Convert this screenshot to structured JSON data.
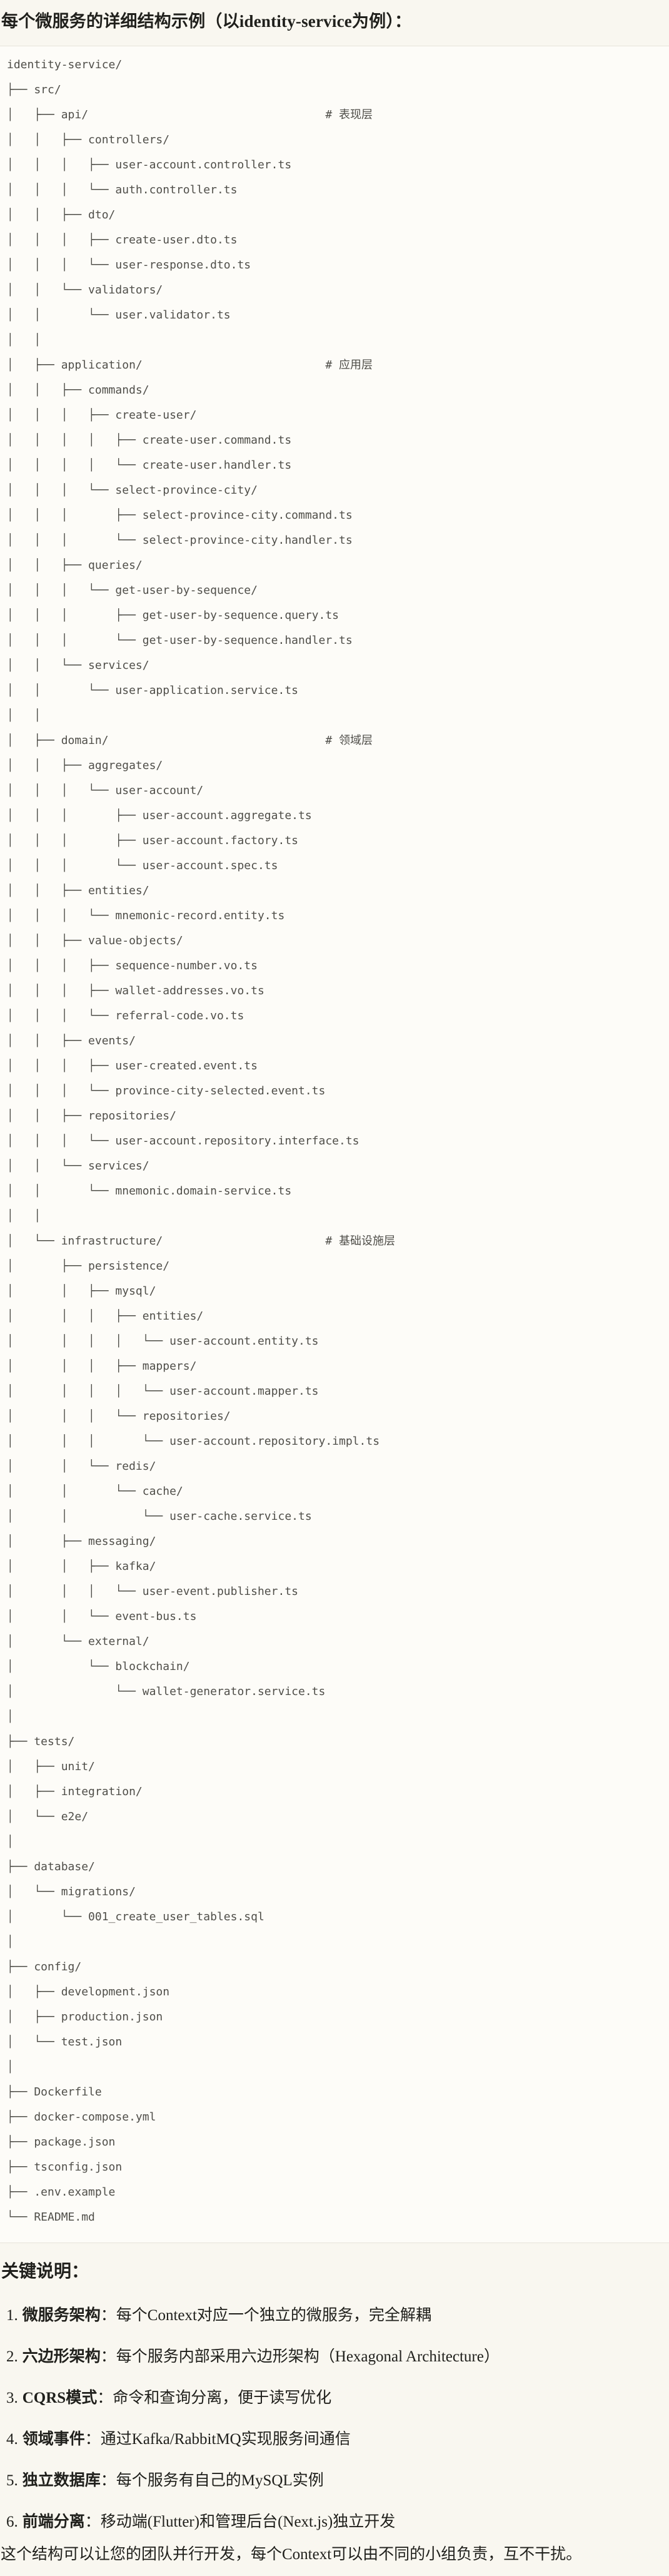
{
  "title": "每个微服务的详细结构示例（以identity-service为例）：",
  "code_block": {
    "lines": [
      "identity-service/",
      "├── src/",
      "│   ├── api/                                   # 表现层",
      "│   │   ├── controllers/",
      "│   │   │   ├── user-account.controller.ts",
      "│   │   │   └── auth.controller.ts",
      "│   │   ├── dto/",
      "│   │   │   ├── create-user.dto.ts",
      "│   │   │   └── user-response.dto.ts",
      "│   │   └── validators/",
      "│   │       └── user.validator.ts",
      "│   │",
      "│   ├── application/                           # 应用层",
      "│   │   ├── commands/",
      "│   │   │   ├── create-user/",
      "│   │   │   │   ├── create-user.command.ts",
      "│   │   │   │   └── create-user.handler.ts",
      "│   │   │   └── select-province-city/",
      "│   │   │       ├── select-province-city.command.ts",
      "│   │   │       └── select-province-city.handler.ts",
      "│   │   ├── queries/",
      "│   │   │   └── get-user-by-sequence/",
      "│   │   │       ├── get-user-by-sequence.query.ts",
      "│   │   │       └── get-user-by-sequence.handler.ts",
      "│   │   └── services/",
      "│   │       └── user-application.service.ts",
      "│   │",
      "│   ├── domain/                                # 领域层",
      "│   │   ├── aggregates/",
      "│   │   │   └── user-account/",
      "│   │   │       ├── user-account.aggregate.ts",
      "│   │   │       ├── user-account.factory.ts",
      "│   │   │       └── user-account.spec.ts",
      "│   │   ├── entities/",
      "│   │   │   └── mnemonic-record.entity.ts",
      "│   │   ├── value-objects/",
      "│   │   │   ├── sequence-number.vo.ts",
      "│   │   │   ├── wallet-addresses.vo.ts",
      "│   │   │   └── referral-code.vo.ts",
      "│   │   ├── events/",
      "│   │   │   ├── user-created.event.ts",
      "│   │   │   └── province-city-selected.event.ts",
      "│   │   ├── repositories/",
      "│   │   │   └── user-account.repository.interface.ts",
      "│   │   └── services/",
      "│   │       └── mnemonic.domain-service.ts",
      "│   │",
      "│   └── infrastructure/                        # 基础设施层",
      "│       ├── persistence/",
      "│       │   ├── mysql/",
      "│       │   │   ├── entities/",
      "│       │   │   │   └── user-account.entity.ts",
      "│       │   │   ├── mappers/",
      "│       │   │   │   └── user-account.mapper.ts",
      "│       │   │   └── repositories/",
      "│       │   │       └── user-account.repository.impl.ts",
      "│       │   └── redis/",
      "│       │       └── cache/",
      "│       │           └── user-cache.service.ts",
      "│       ├── messaging/",
      "│       │   ├── kafka/",
      "│       │   │   └── user-event.publisher.ts",
      "│       │   └── event-bus.ts",
      "│       └── external/",
      "│           └── blockchain/",
      "│               └── wallet-generator.service.ts",
      "│",
      "├── tests/",
      "│   ├── unit/",
      "│   ├── integration/",
      "│   └── e2e/",
      "│",
      "├── database/",
      "│   └── migrations/",
      "│       └── 001_create_user_tables.sql",
      "│",
      "├── config/",
      "│   ├── development.json",
      "│   ├── production.json",
      "│   └── test.json",
      "│",
      "├── Dockerfile",
      "├── docker-compose.yml",
      "├── package.json",
      "├── tsconfig.json",
      "├── .env.example",
      "└── README.md"
    ]
  },
  "notes": {
    "heading": "关键说明：",
    "items": [
      {
        "num": "1.",
        "label": "微服务架构",
        "rest": "：每个Context对应一个独立的微服务，完全解耦"
      },
      {
        "num": "2.",
        "label": "六边形架构",
        "rest": "：每个服务内部采用六边形架构（Hexagonal Architecture）"
      },
      {
        "num": "3.",
        "label": "CQRS模式",
        "rest": "：命令和查询分离，便于读写优化"
      },
      {
        "num": "4.",
        "label": "领域事件",
        "rest": "：通过Kafka/RabbitMQ实现服务间通信"
      },
      {
        "num": "5.",
        "label": "独立数据库",
        "rest": "：每个服务有自己的MySQL实例"
      },
      {
        "num": "6.",
        "label": "前端分离",
        "rest": "：移动端(Flutter)和管理后台(Next.js)独立开发"
      }
    ],
    "footer": "这个结构可以让您的团队并行开发，每个Context可以由不同的小组负责，互不干扰。"
  },
  "colors": {
    "page_bg": "#f9f7f0",
    "code_bg": "#fdfcf8",
    "code_border": "#e7e4da",
    "code_text": "#4f4e49",
    "body_text": "#20201c"
  }
}
